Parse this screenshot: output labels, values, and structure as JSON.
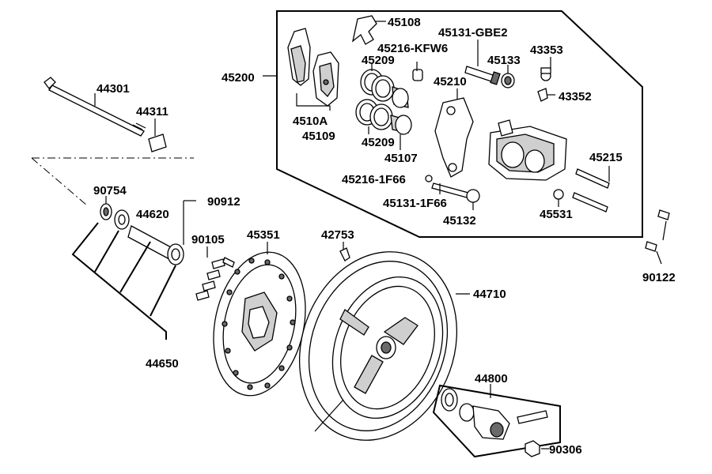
{
  "labels": {
    "p45108": "45108",
    "p45131_gbe2": "45131-GBE2",
    "p45216_kfw6": "45216-KFW6",
    "p45200": "45200",
    "p45209_top": "45209",
    "p45133": "45133",
    "p43353": "43353",
    "p45210": "45210",
    "p43352": "43352",
    "p4510a": "4510A",
    "p45109": "45109",
    "p45209_bottom": "45209",
    "p45107": "45107",
    "p45215": "45215",
    "p45216_1f66": "45216-1F66",
    "p45131_1f66": "45131-1F66",
    "p45132": "45132",
    "p45531": "45531",
    "p44301": "44301",
    "p44311": "44311",
    "p90754": "90754",
    "p90912": "90912",
    "p44620": "44620",
    "p90105": "90105",
    "p45351": "45351",
    "p42753": "42753",
    "p44710": "44710",
    "p90122": "90122",
    "p44650": "44650",
    "p44800": "44800",
    "p90306": "90306"
  }
}
